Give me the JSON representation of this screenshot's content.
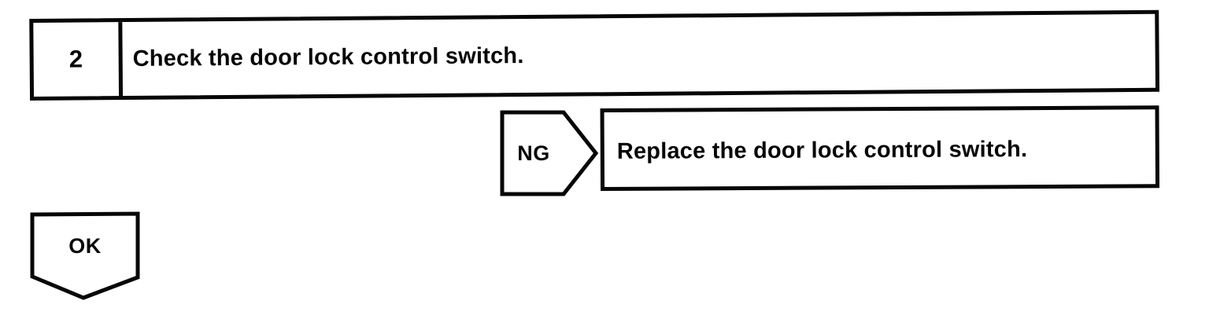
{
  "flowchart": {
    "step": {
      "number": "2",
      "instruction": "Check the door lock control switch."
    },
    "ng_branch": {
      "label": "NG",
      "action": "Replace the door lock control switch."
    },
    "ok_branch": {
      "label": "OK"
    }
  },
  "colors": {
    "line": "#070707",
    "background": "#ffffff",
    "text": "#070707"
  }
}
